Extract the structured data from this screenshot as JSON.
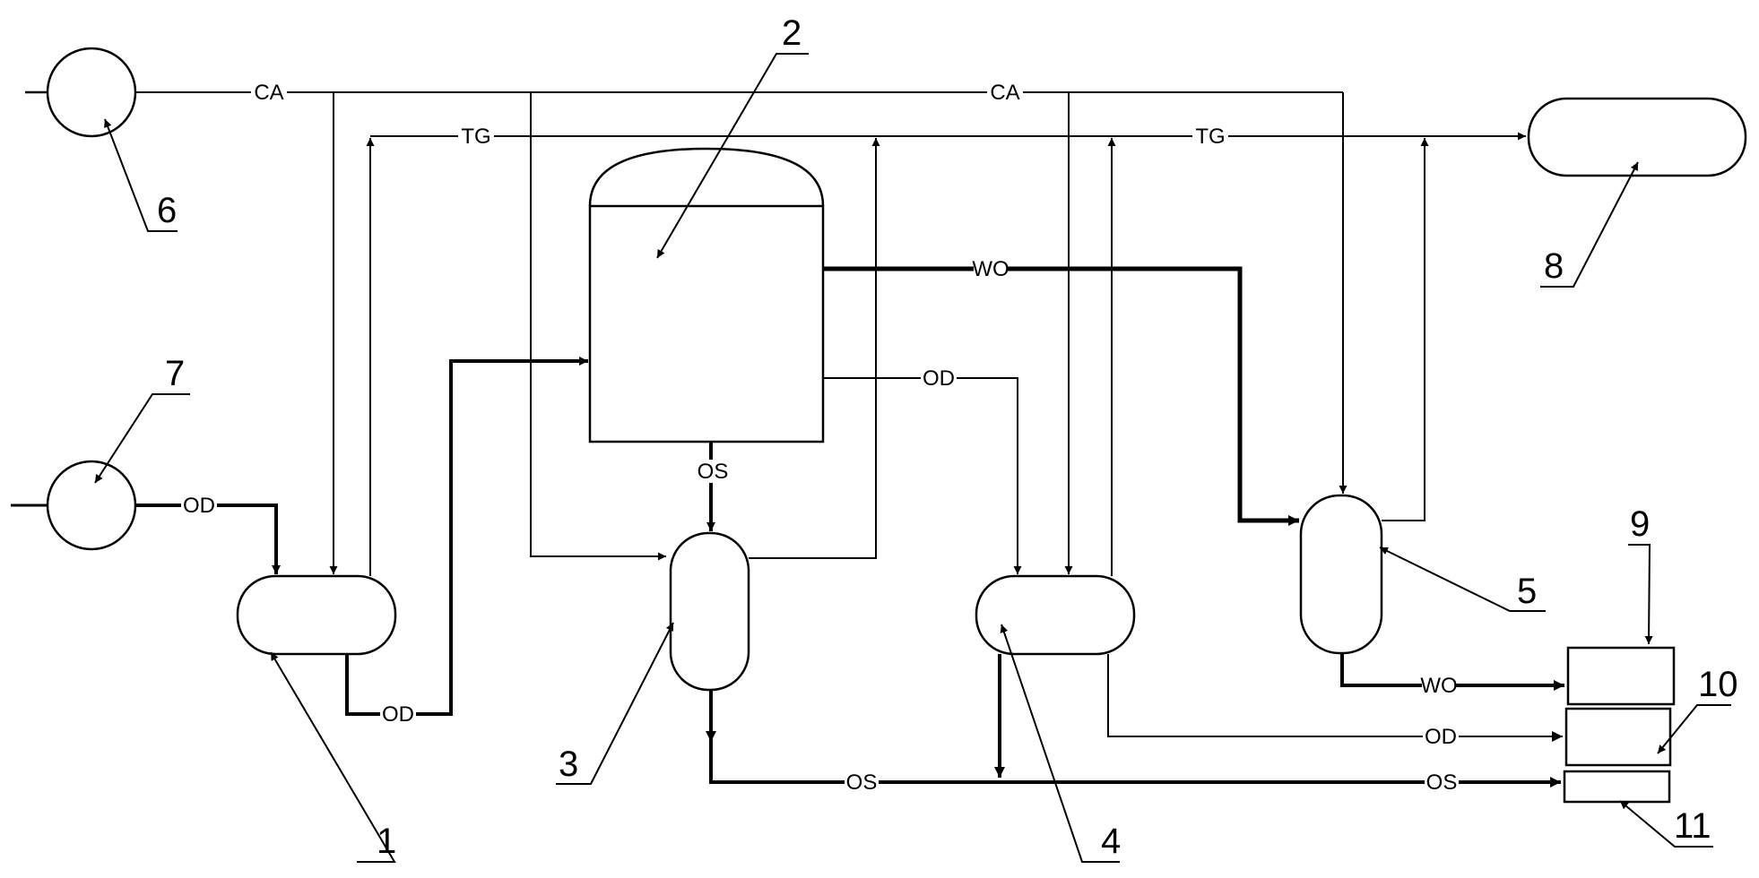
{
  "streams": {
    "ca": "CA",
    "tg": "TG",
    "od": "OD",
    "os": "OS",
    "wo": "WO"
  },
  "numbers": {
    "n1": "1",
    "n2": "2",
    "n3": "3",
    "n4": "4",
    "n5": "5",
    "n6": "6",
    "n7": "7",
    "n8": "8",
    "n9": "9",
    "n10": "10",
    "n11": "11"
  },
  "colors": {
    "line": "#000000",
    "background": "#ffffff"
  }
}
